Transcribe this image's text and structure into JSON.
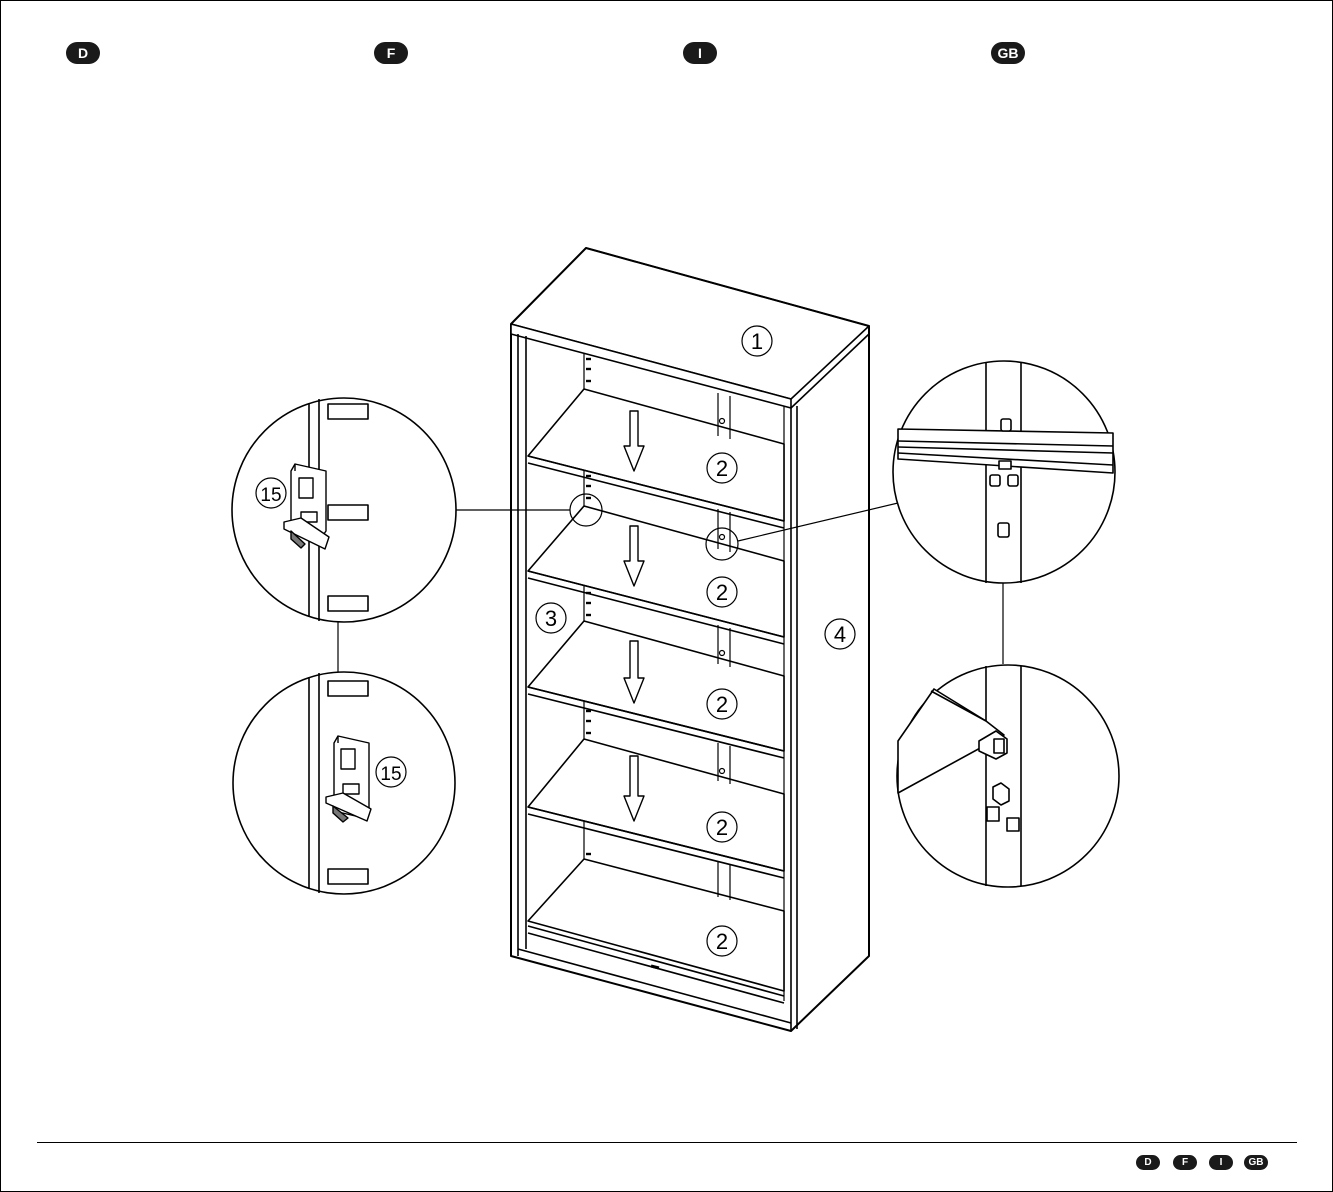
{
  "header_languages": [
    "D",
    "F",
    "I",
    "GB"
  ],
  "footer_languages": [
    "D",
    "F",
    "I",
    "GB"
  ],
  "callouts": {
    "top_panel": "1",
    "shelf": "2",
    "side_wall": "3",
    "side_panel": "4",
    "shelf_clip": "15"
  },
  "icons": {
    "arrow": "down-arrow-icon",
    "circle": "detail-magnifier-circle"
  }
}
